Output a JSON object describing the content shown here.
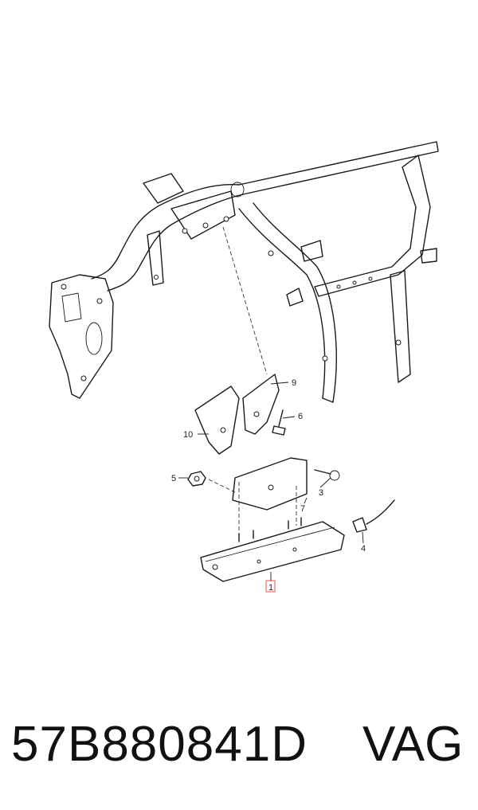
{
  "diagram": {
    "callouts": [
      {
        "id": "c1",
        "label": "1",
        "highlight": true
      },
      {
        "id": "c3",
        "label": "3"
      },
      {
        "id": "c4",
        "label": "4"
      },
      {
        "id": "c5",
        "label": "5"
      },
      {
        "id": "c6",
        "label": "6"
      },
      {
        "id": "c7",
        "label": "7"
      },
      {
        "id": "c9",
        "label": "9"
      },
      {
        "id": "c10",
        "label": "10"
      }
    ],
    "highlight_color": "#e05050"
  },
  "caption": {
    "part_number": "57B880841D",
    "brand": "VAG"
  }
}
